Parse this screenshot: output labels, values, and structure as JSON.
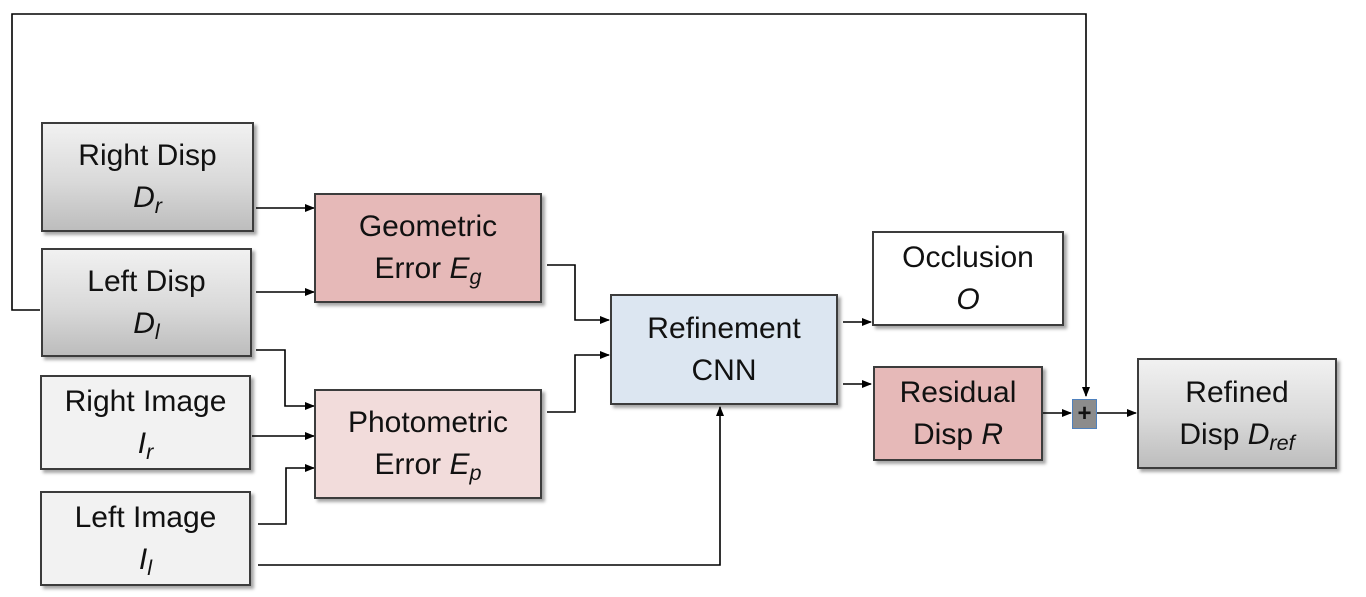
{
  "nodes": {
    "right_disp": {
      "label": "Right Disp",
      "symbol": "D",
      "sub": "r"
    },
    "left_disp": {
      "label": "Left Disp",
      "symbol": "D",
      "sub": "l"
    },
    "right_image": {
      "label": "Right Image",
      "symbol": "I",
      "sub": "r"
    },
    "left_image": {
      "label": "Left Image",
      "symbol": "I",
      "sub": "l"
    },
    "geometric": {
      "label": "Geometric",
      "prefix": "Error ",
      "symbol": "E",
      "sub": "g"
    },
    "photometric": {
      "label": "Photometric",
      "prefix": "Error ",
      "symbol": "E",
      "sub": "p"
    },
    "refinement": {
      "label": "Refinement",
      "line2": "CNN"
    },
    "occlusion": {
      "label": "Occlusion",
      "symbol": "O"
    },
    "residual": {
      "label": "Residual",
      "prefix": "Disp ",
      "symbol": "R"
    },
    "refined": {
      "label": "Refined",
      "prefix": "Disp ",
      "symbol": "D",
      "sub": "ref"
    },
    "sum": {
      "symbol": "+"
    }
  },
  "colors": {
    "input_disp": "#d9d9d9",
    "input_image": "#f2f2f2",
    "geometric_error": "#e6b9b8",
    "photometric_error": "#f2dcdb",
    "cnn": "#dce6f1",
    "residual": "#e6b9b8",
    "occlusion": "#ffffff",
    "sum": "#8c8c8c",
    "wire": "#000000"
  }
}
